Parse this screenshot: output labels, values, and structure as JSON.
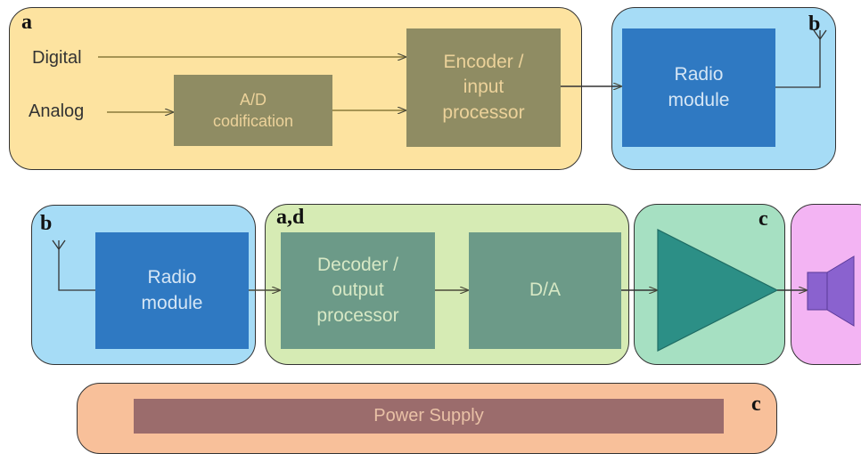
{
  "top_row": {
    "panel_tag": "a",
    "inputs": {
      "digital": "Digital",
      "analog": "Analog"
    },
    "ad_block": {
      "line1": "A/D",
      "line2": "codification"
    },
    "encoder_block": {
      "line1": "Encoder /",
      "line2": "input",
      "line3": "processor"
    },
    "radio_panel_tag": "b",
    "radio_block": {
      "line1": "Radio",
      "line2": "module"
    }
  },
  "bottom_row": {
    "radio_panel_tag": "b",
    "radio_block": {
      "line1": "Radio",
      "line2": "module"
    },
    "decoder_panel_tag": "a,d",
    "decoder_block": {
      "line1": "Decoder /",
      "line2": "output",
      "line3": "processor"
    },
    "da_block": {
      "label": "D/A"
    },
    "amp_panel_tag": "c"
  },
  "power": {
    "panel_tag": "c",
    "label": "Power Supply"
  },
  "colors": {
    "yellow_panel": "#fde3a0",
    "blue_panel": "#a6dcf6",
    "green_panel": "#d6ebb4",
    "teal_panel": "#a6e0c2",
    "pink_panel": "#f3b4f3",
    "orange_panel": "#f8c09a",
    "olive_block": "#8f8c63",
    "radio_block": "#2f79c2",
    "grey_block": "#6c9a88",
    "amp_triangle": "#2c8f86",
    "speaker": "#8a62cf",
    "power_bar": "#9b6c6c"
  }
}
